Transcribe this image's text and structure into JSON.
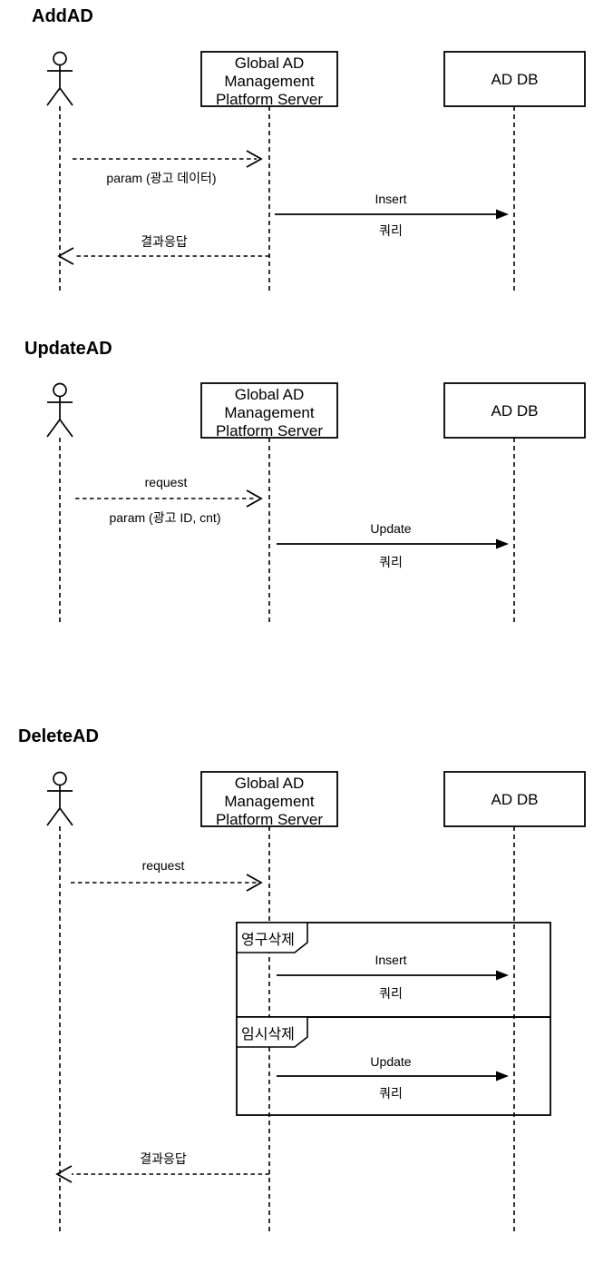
{
  "diagram": {
    "background": "#ffffff",
    "stroke_color": "#000000"
  },
  "sections": {
    "add": {
      "title": "AddAD",
      "server_name": [
        "Global AD",
        "Management",
        "Platform Server"
      ],
      "db_name": "AD DB",
      "messages": {
        "param": "param (광고 데이터)",
        "insert": "Insert",
        "insert_sub": "쿼리",
        "result": "결과응답"
      }
    },
    "update": {
      "title": "UpdateAD",
      "server_name": [
        "Global AD",
        "Management",
        "Platform Server"
      ],
      "db_name": "AD DB",
      "messages": {
        "request": "request",
        "param": "param (광고 ID, cnt)",
        "update": "Update",
        "update_sub": "쿼리"
      }
    },
    "delete": {
      "title": "DeleteAD",
      "server_name": [
        "Global AD",
        "Management",
        "Platform Server"
      ],
      "db_name": "AD DB",
      "messages": {
        "request": "request",
        "result": "결과응답"
      },
      "fragments": {
        "permanent": {
          "label": "영구삭제",
          "msg": "Insert",
          "msg_sub": "쿼리"
        },
        "temporary": {
          "label": "임시삭제",
          "msg": "Update",
          "msg_sub": "쿼리"
        }
      }
    }
  }
}
